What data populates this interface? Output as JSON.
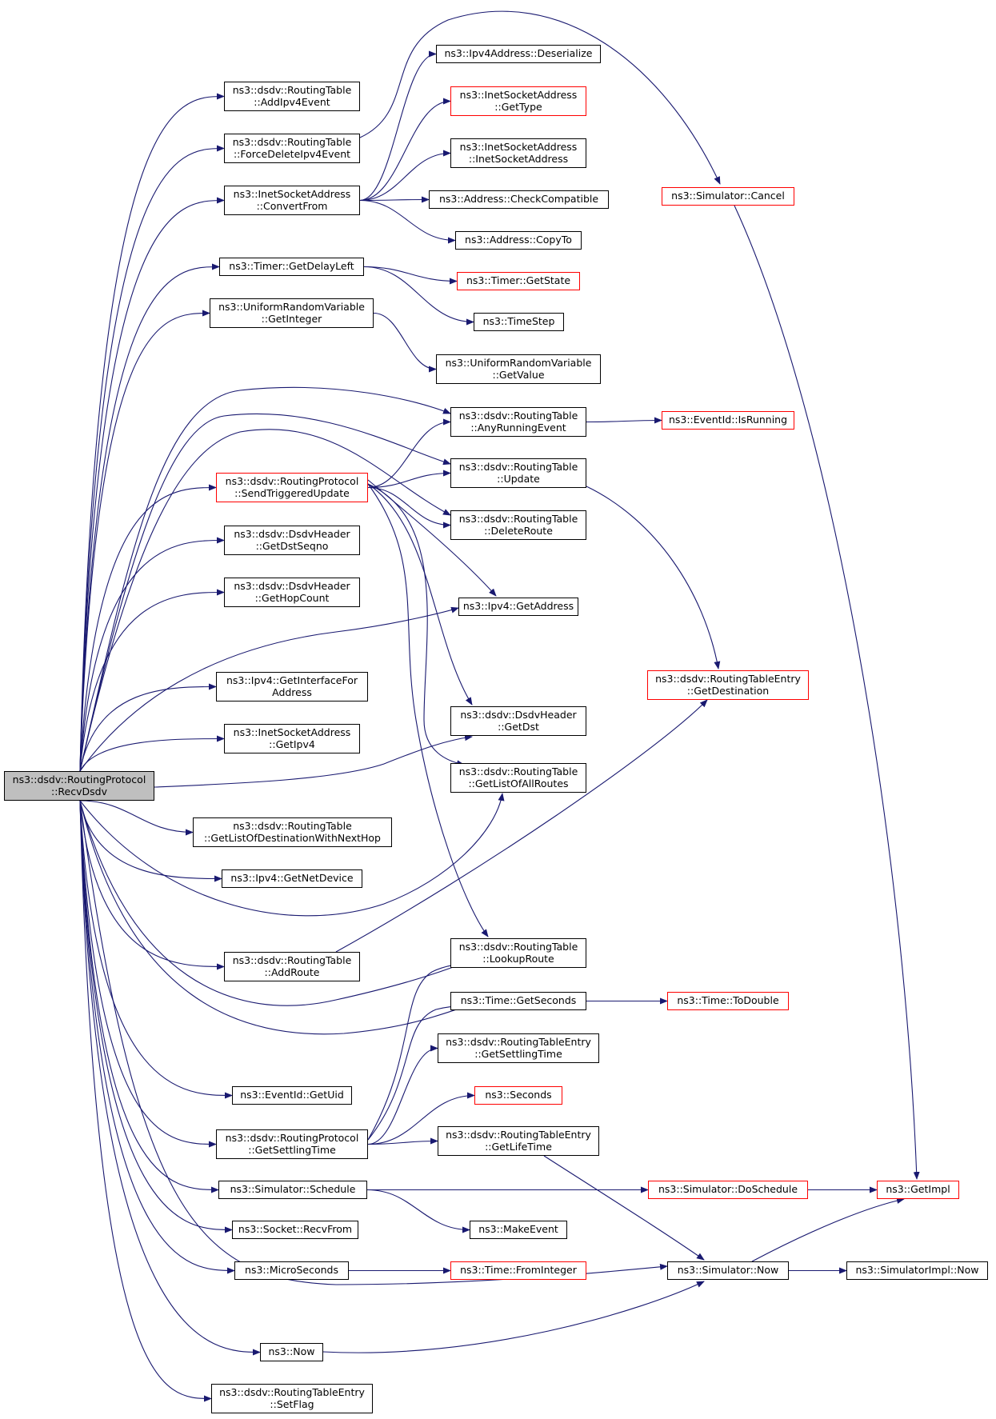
{
  "colors": {
    "edge": "#191970",
    "node_border": "#000000",
    "node_border_incomplete": "#ff0000",
    "root_fill": "#bfbfbf",
    "background": "#ffffff"
  },
  "nodes": [
    {
      "id": "root",
      "lines": [
        "ns3::dsdv::RoutingProtocol",
        "::RecvDsdv"
      ],
      "style": "root"
    },
    {
      "id": "addipv4event",
      "lines": [
        "ns3::dsdv::RoutingTable",
        "::AddIpv4Event"
      ],
      "style": "normal"
    },
    {
      "id": "forcedelete",
      "lines": [
        "ns3::dsdv::RoutingTable",
        "::ForceDeleteIpv4Event"
      ],
      "style": "normal"
    },
    {
      "id": "convertfrom",
      "lines": [
        "ns3::InetSocketAddress",
        "::ConvertFrom"
      ],
      "style": "normal"
    },
    {
      "id": "getdelayleft",
      "lines": [
        "ns3::Timer::GetDelayLeft"
      ],
      "style": "normal"
    },
    {
      "id": "getinteger",
      "lines": [
        "ns3::UniformRandomVariable",
        "::GetInteger"
      ],
      "style": "normal"
    },
    {
      "id": "sendtriggered",
      "lines": [
        "ns3::dsdv::RoutingProtocol",
        "::SendTriggeredUpdate"
      ],
      "style": "red"
    },
    {
      "id": "getdstseqno",
      "lines": [
        "ns3::dsdv::DsdvHeader",
        "::GetDstSeqno"
      ],
      "style": "normal"
    },
    {
      "id": "gethopcount",
      "lines": [
        "ns3::dsdv::DsdvHeader",
        "::GetHopCount"
      ],
      "style": "normal"
    },
    {
      "id": "getinterfacefor",
      "lines": [
        "ns3::Ipv4::GetInterfaceFor",
        "Address"
      ],
      "style": "normal"
    },
    {
      "id": "getipv4",
      "lines": [
        "ns3::InetSocketAddress",
        "::GetIpv4"
      ],
      "style": "normal"
    },
    {
      "id": "getlistnexthop",
      "lines": [
        "ns3::dsdv::RoutingTable",
        "::GetListOfDestinationWithNextHop"
      ],
      "style": "normal"
    },
    {
      "id": "getnetdevice",
      "lines": [
        "ns3::Ipv4::GetNetDevice"
      ],
      "style": "normal"
    },
    {
      "id": "addroute",
      "lines": [
        "ns3::dsdv::RoutingTable",
        "::AddRoute"
      ],
      "style": "normal"
    },
    {
      "id": "getuid",
      "lines": [
        "ns3::EventId::GetUid"
      ],
      "style": "normal"
    },
    {
      "id": "getsettlingtime",
      "lines": [
        "ns3::dsdv::RoutingProtocol",
        "::GetSettlingTime"
      ],
      "style": "normal"
    },
    {
      "id": "schedule",
      "lines": [
        "ns3::Simulator::Schedule"
      ],
      "style": "normal"
    },
    {
      "id": "recvfrom",
      "lines": [
        "ns3::Socket::RecvFrom"
      ],
      "style": "normal"
    },
    {
      "id": "microseconds",
      "lines": [
        "ns3::MicroSeconds"
      ],
      "style": "normal"
    },
    {
      "id": "now",
      "lines": [
        "ns3::Now"
      ],
      "style": "normal"
    },
    {
      "id": "setflag",
      "lines": [
        "ns3::dsdv::RoutingTableEntry",
        "::SetFlag"
      ],
      "style": "normal"
    },
    {
      "id": "deserialize",
      "lines": [
        "ns3::Ipv4Address::Deserialize"
      ],
      "style": "normal"
    },
    {
      "id": "gettype",
      "lines": [
        "ns3::InetSocketAddress",
        "::GetType"
      ],
      "style": "red"
    },
    {
      "id": "inetsocketaddress",
      "lines": [
        "ns3::InetSocketAddress",
        "::InetSocketAddress"
      ],
      "style": "normal"
    },
    {
      "id": "checkcompatible",
      "lines": [
        "ns3::Address::CheckCompatible"
      ],
      "style": "normal"
    },
    {
      "id": "copyto",
      "lines": [
        "ns3::Address::CopyTo"
      ],
      "style": "normal"
    },
    {
      "id": "getstate",
      "lines": [
        "ns3::Timer::GetState"
      ],
      "style": "red"
    },
    {
      "id": "timestep",
      "lines": [
        "ns3::TimeStep"
      ],
      "style": "normal"
    },
    {
      "id": "getvalue",
      "lines": [
        "ns3::UniformRandomVariable",
        "::GetValue"
      ],
      "style": "normal"
    },
    {
      "id": "anyrunning",
      "lines": [
        "ns3::dsdv::RoutingTable",
        "::AnyRunningEvent"
      ],
      "style": "normal"
    },
    {
      "id": "update",
      "lines": [
        "ns3::dsdv::RoutingTable",
        "::Update"
      ],
      "style": "normal"
    },
    {
      "id": "deleteroute",
      "lines": [
        "ns3::dsdv::RoutingTable",
        "::DeleteRoute"
      ],
      "style": "normal"
    },
    {
      "id": "getaddress",
      "lines": [
        "ns3::Ipv4::GetAddress"
      ],
      "style": "normal"
    },
    {
      "id": "getdst",
      "lines": [
        "ns3::dsdv::DsdvHeader",
        "::GetDst"
      ],
      "style": "normal"
    },
    {
      "id": "getlistall",
      "lines": [
        "ns3::dsdv::RoutingTable",
        "::GetListOfAllRoutes"
      ],
      "style": "normal"
    },
    {
      "id": "lookuproute",
      "lines": [
        "ns3::dsdv::RoutingTable",
        "::LookupRoute"
      ],
      "style": "normal"
    },
    {
      "id": "getseconds",
      "lines": [
        "ns3::Time::GetSeconds"
      ],
      "style": "normal"
    },
    {
      "id": "entrysettling",
      "lines": [
        "ns3::dsdv::RoutingTableEntry",
        "::GetSettlingTime"
      ],
      "style": "normal"
    },
    {
      "id": "seconds",
      "lines": [
        "ns3::Seconds"
      ],
      "style": "red"
    },
    {
      "id": "getlifetime",
      "lines": [
        "ns3::dsdv::RoutingTableEntry",
        "::GetLifeTime"
      ],
      "style": "normal"
    },
    {
      "id": "makeevent",
      "lines": [
        "ns3::MakeEvent"
      ],
      "style": "normal"
    },
    {
      "id": "frominteger",
      "lines": [
        "ns3::Time::FromInteger"
      ],
      "style": "red"
    },
    {
      "id": "cancel",
      "lines": [
        "ns3::Simulator::Cancel"
      ],
      "style": "red"
    },
    {
      "id": "isrunning",
      "lines": [
        "ns3::EventId::IsRunning"
      ],
      "style": "red"
    },
    {
      "id": "getdestination",
      "lines": [
        "ns3::dsdv::RoutingTableEntry",
        "::GetDestination"
      ],
      "style": "red"
    },
    {
      "id": "todouble",
      "lines": [
        "ns3::Time::ToDouble"
      ],
      "style": "red"
    },
    {
      "id": "doschedule",
      "lines": [
        "ns3::Simulator::DoSchedule"
      ],
      "style": "red"
    },
    {
      "id": "simnow",
      "lines": [
        "ns3::Simulator::Now"
      ],
      "style": "normal"
    },
    {
      "id": "getimpl",
      "lines": [
        "ns3::GetImpl"
      ],
      "style": "red"
    },
    {
      "id": "simimplnow",
      "lines": [
        "ns3::SimulatorImpl::Now"
      ],
      "style": "normal"
    }
  ],
  "edges": [
    [
      "root",
      "addipv4event"
    ],
    [
      "root",
      "forcedelete"
    ],
    [
      "root",
      "convertfrom"
    ],
    [
      "root",
      "getdelayleft"
    ],
    [
      "root",
      "getinteger"
    ],
    [
      "root",
      "sendtriggered"
    ],
    [
      "root",
      "getdstseqno"
    ],
    [
      "root",
      "gethopcount"
    ],
    [
      "root",
      "getinterfacefor"
    ],
    [
      "root",
      "getipv4"
    ],
    [
      "root",
      "getlistnexthop"
    ],
    [
      "root",
      "getnetdevice"
    ],
    [
      "root",
      "addroute"
    ],
    [
      "root",
      "getuid"
    ],
    [
      "root",
      "getsettlingtime"
    ],
    [
      "root",
      "schedule"
    ],
    [
      "root",
      "recvfrom"
    ],
    [
      "root",
      "microseconds"
    ],
    [
      "root",
      "now"
    ],
    [
      "root",
      "setflag"
    ],
    [
      "root",
      "anyrunning"
    ],
    [
      "root",
      "update"
    ],
    [
      "root",
      "deleteroute"
    ],
    [
      "root",
      "getaddress"
    ],
    [
      "root",
      "getdst"
    ],
    [
      "root",
      "getlistall"
    ],
    [
      "root",
      "lookuproute"
    ],
    [
      "root",
      "getseconds"
    ],
    [
      "root",
      "simnow"
    ],
    [
      "forcedelete",
      "cancel"
    ],
    [
      "convertfrom",
      "deserialize"
    ],
    [
      "convertfrom",
      "gettype"
    ],
    [
      "convertfrom",
      "inetsocketaddress"
    ],
    [
      "convertfrom",
      "checkcompatible"
    ],
    [
      "convertfrom",
      "copyto"
    ],
    [
      "getdelayleft",
      "getstate"
    ],
    [
      "getdelayleft",
      "timestep"
    ],
    [
      "getinteger",
      "getvalue"
    ],
    [
      "sendtriggered",
      "anyrunning"
    ],
    [
      "sendtriggered",
      "update"
    ],
    [
      "sendtriggered",
      "deleteroute"
    ],
    [
      "sendtriggered",
      "getaddress"
    ],
    [
      "sendtriggered",
      "getdst"
    ],
    [
      "sendtriggered",
      "getlistall"
    ],
    [
      "sendtriggered",
      "lookuproute"
    ],
    [
      "anyrunning",
      "isrunning"
    ],
    [
      "update",
      "getdestination"
    ],
    [
      "addroute",
      "getdestination"
    ],
    [
      "getsettlingtime",
      "lookuproute"
    ],
    [
      "getsettlingtime",
      "getseconds"
    ],
    [
      "getsettlingtime",
      "entrysettling"
    ],
    [
      "getsettlingtime",
      "seconds"
    ],
    [
      "getsettlingtime",
      "getlifetime"
    ],
    [
      "getseconds",
      "todouble"
    ],
    [
      "getlifetime",
      "simnow"
    ],
    [
      "schedule",
      "doschedule"
    ],
    [
      "schedule",
      "makeevent"
    ],
    [
      "doschedule",
      "getimpl"
    ],
    [
      "microseconds",
      "frominteger"
    ],
    [
      "now",
      "simnow"
    ],
    [
      "simnow",
      "getimpl"
    ],
    [
      "simnow",
      "simimplnow"
    ],
    [
      "cancel",
      "getimpl"
    ]
  ]
}
